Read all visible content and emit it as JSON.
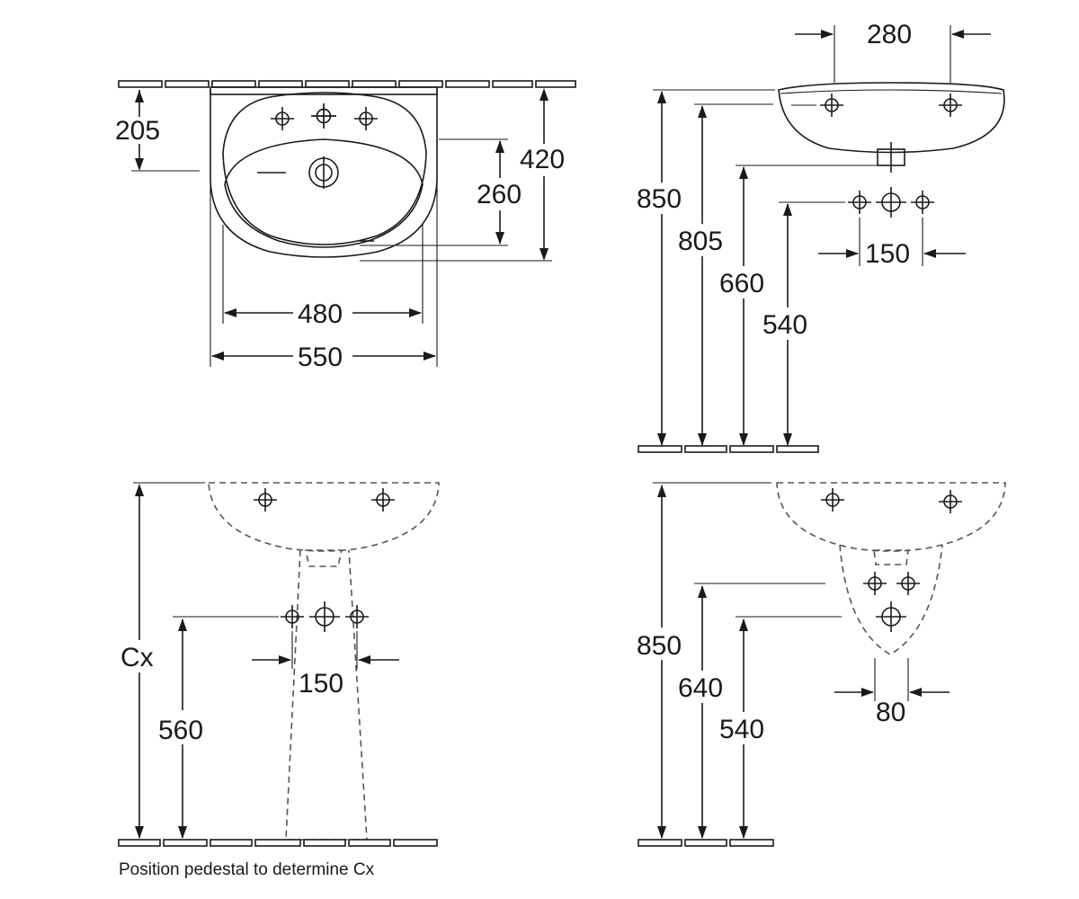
{
  "views": {
    "top": {
      "dim_width_outer": "550",
      "dim_width_inner": "480",
      "dim_depth_total": "420",
      "dim_bowl_depth": "260",
      "dim_tap_offset": "205"
    },
    "side": {
      "dim_tap_spacing": "280",
      "dim_rim_height": "850",
      "dim_tap_height": "805",
      "dim_waste_height": "660",
      "dim_supply_height": "540",
      "dim_supply_spacing": "150"
    },
    "pedestal": {
      "dim_cx": "Cx",
      "dim_supply_height": "560",
      "dim_supply_spacing": "150",
      "note": "Position pedestal to determine Cx"
    },
    "semi_pedestal": {
      "dim_rim_height": "850",
      "dim_waste_height": "640",
      "dim_supply_height": "540",
      "dim_supply_spacing": "80"
    }
  }
}
